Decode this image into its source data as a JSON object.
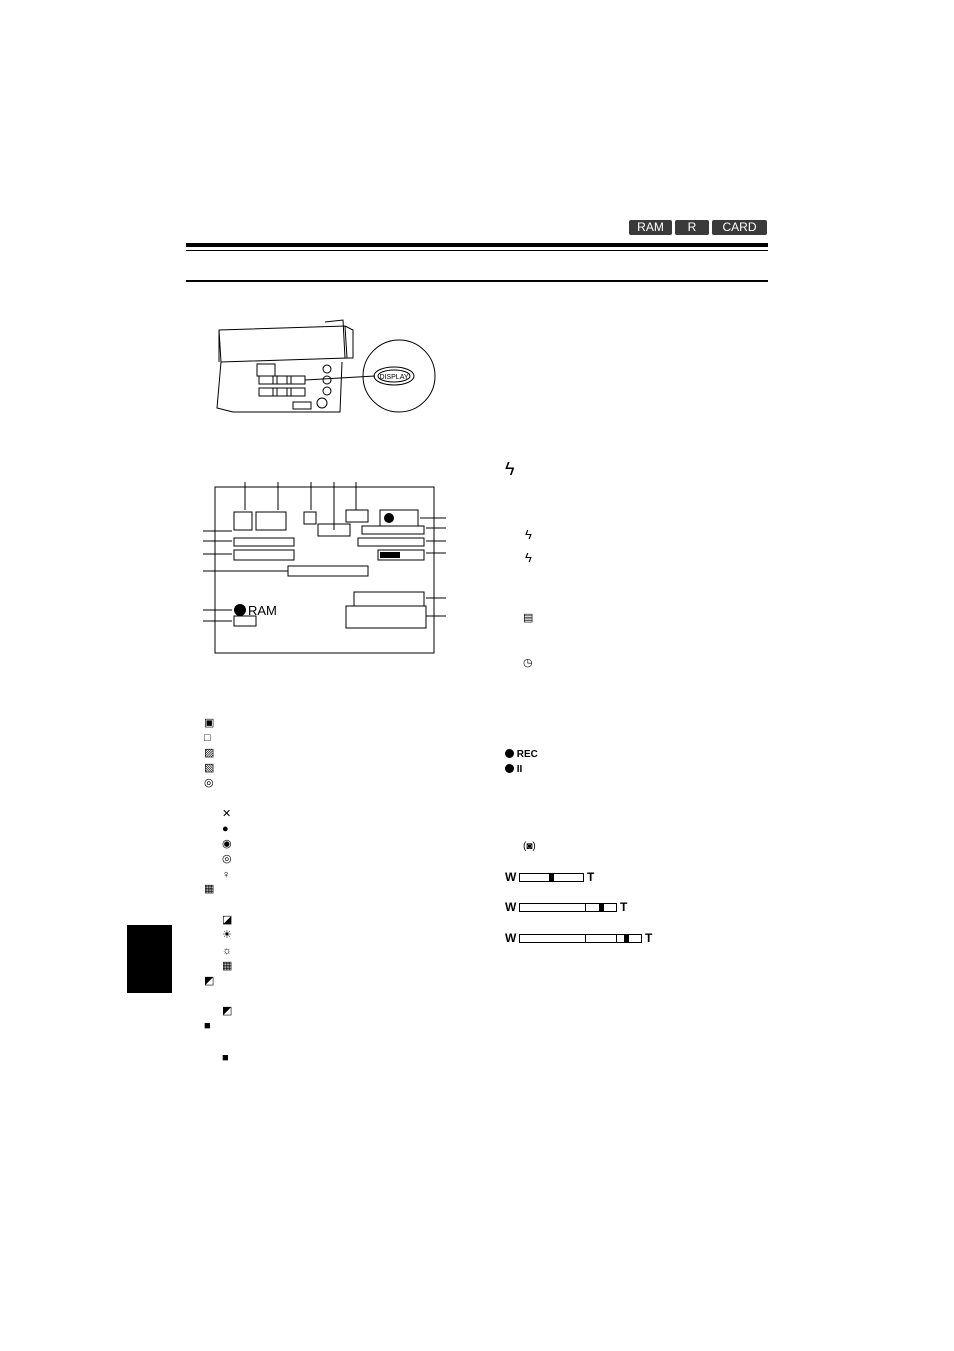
{
  "badges": [
    "RAM",
    "R",
    "CARD"
  ],
  "illustration": {
    "display_button_label": "DISPLAY"
  },
  "screen": {
    "disc_label": "RAM"
  },
  "right_icons": {
    "rec_label": "REC",
    "pause_label": "II"
  },
  "zoom_rows": [
    {
      "w_label": "W",
      "t_label": "T"
    },
    {
      "w_label": "W",
      "t_label": "T"
    },
    {
      "w_label": "W",
      "t_label": "T"
    }
  ]
}
